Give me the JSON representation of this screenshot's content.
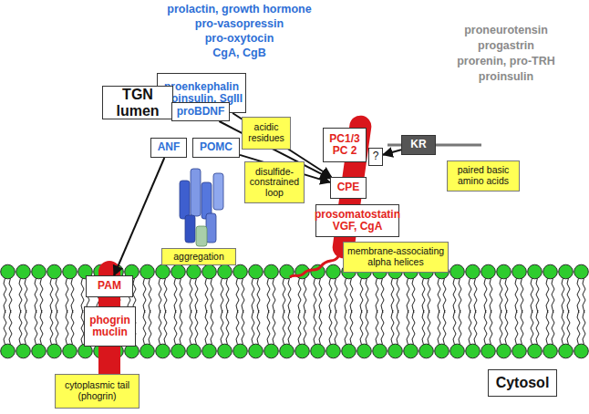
{
  "diagram": {
    "nodes": [
      {
        "text": [
          "proenkephalin proinsulin, SgIII"
        ]
      },
      {
        "text": [
          "TGN lumen"
        ]
      },
      {
        "text": [
          "proBDNF"
        ]
      },
      {
        "text": [
          "acidic residues"
        ]
      },
      {
        "text": [
          "PC1/3 PC 2"
        ]
      },
      {
        "text": [
          "KR"
        ]
      },
      {
        "text": [
          "ANF"
        ]
      },
      {
        "text": [
          "POMC"
        ]
      },
      {
        "text": [
          "?"
        ]
      },
      {
        "text": [
          "paired basic amino acids"
        ]
      },
      {
        "text": [
          "disulfide-constrained loop"
        ]
      },
      {
        "text": [
          "CPE"
        ]
      },
      {
        "text": [
          "prosomatostatin VGF, CgA"
        ]
      },
      {
        "text": [
          "aggregation"
        ]
      },
      {
        "text": [
          "membrane-associating alpha helices"
        ]
      },
      {
        "text": [
          "PAM"
        ]
      },
      {
        "text": [
          "phogrin muclin"
        ]
      },
      {
        "text": [
          "Cytosol"
        ]
      },
      {
        "text": [
          "cytoplasmic tail (phogrin)"
        ]
      }
    ],
    "edges": [
      {
        "from": 0,
        "to": 11,
        "arrow": "to"
      },
      {
        "from": 2,
        "to": 11,
        "arrow": "to"
      },
      {
        "from": 7,
        "to": 11,
        "arrow": "to"
      },
      {
        "from": 6,
        "to": 15,
        "arrow": "to"
      },
      {
        "from": 5,
        "to": 8,
        "arrow": "to"
      }
    ],
    "labels": [
      "prolactin, growth hormone",
      "pro-vasopressin",
      "pro-oxytocin",
      "CgA, CgB",
      "proneurotensin",
      "progastrin",
      "prorenin, pro-TRH",
      "proinsulin"
    ]
  }
}
